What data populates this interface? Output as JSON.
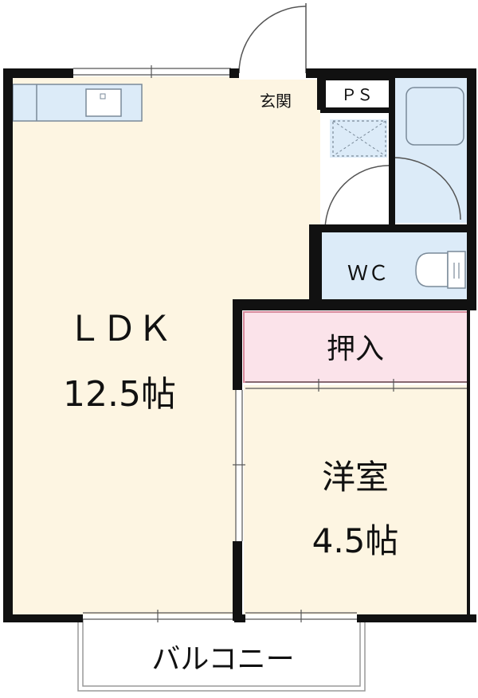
{
  "rooms": {
    "ldk": {
      "name": "ＬＤＫ",
      "size": "12.5帖"
    },
    "western": {
      "name": "洋室",
      "size": "4.5帖"
    },
    "closet": {
      "name": "押入"
    },
    "entrance": {
      "name": "玄関"
    },
    "ps": {
      "name": "ＰＳ"
    },
    "wc": {
      "name": "ＷＣ"
    },
    "balcony": {
      "name": "バルコニー"
    }
  },
  "colors": {
    "floor": "#fdf5e2",
    "wet_area": "#dcebf8",
    "closet": "#fbe3ea",
    "closet_border": "#d78a9c",
    "wall": "#111111",
    "fixture_line": "#7a8a99"
  }
}
